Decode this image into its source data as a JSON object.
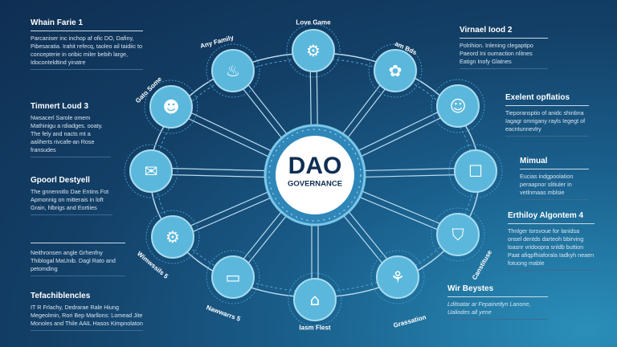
{
  "center": {
    "title": "DAO",
    "subtitle": "GOVERNANCE"
  },
  "nodes": [
    {
      "label": "Love Game",
      "icon": "compass-icon"
    },
    {
      "label": "am Bds",
      "icon": "network-icon"
    },
    {
      "label": "",
      "icon": "head-gear-icon"
    },
    {
      "label": "",
      "icon": "chat-icon"
    },
    {
      "label": "Canstituse",
      "icon": "shield-icon"
    },
    {
      "label": "Grassation",
      "icon": "tree-icon"
    },
    {
      "label": "Iasm Flest",
      "icon": "building-icon"
    },
    {
      "label": "Nawwarrs 5",
      "icon": "monitor-icon"
    },
    {
      "label": "Wimwssils 5",
      "icon": "gear-icon"
    },
    {
      "label": "",
      "icon": "envelope-icon"
    },
    {
      "label": "Gato Some",
      "icon": "person-icon"
    },
    {
      "label": "Any Family",
      "icon": "cup-icon"
    }
  ],
  "panels_left": [
    {
      "title": "Whain Farie 1",
      "body": "Parcaniser inc inchop af ofic DO, Dafiny, Pibesaratia. Irahit refecq, taoleo ail taidiic to concepterie in oribic miler bebih large, Idoconteldtind yinatre"
    },
    {
      "title": "Timnert Loud 3",
      "body": "Nwsacerl Sarole omem Mathinigu a rdiadges. ooaty. The fely and nacts mt a aaliherts rivcafe-an Rose fransudes"
    },
    {
      "title": "Gpoorl Destyell",
      "body": "The gnnennitlo Dae Entins Fot Apmonnig on mitterais in loft Grain, hlbrigs and Eortiies"
    },
    {
      "title": "",
      "body": "Neithronsen angle Grhenfny Thiblogal MaUnib. Dagl Rato and petomding"
    },
    {
      "title": "Tefachiblencles",
      "body": "IT R Frlachy, Dedrarae Rale Hiung Megeolmin, Rori Bep Marllons: Lomead Jite Monoles and Thile AAIL Hasos Kimpnolaton"
    }
  ],
  "panels_right": [
    {
      "title": "Virnael Iood 2",
      "body": "Polrihion. Inlening clegaptipo Paeord Ini oumaction nlitnes Eatign Inofy Glatnes"
    },
    {
      "title": "Exelent opflatios",
      "body": "Tieporansptio of anidc shinbna Iagagr omrigany rayls Iegegt of eacntunnevlry"
    },
    {
      "title": "Mimual",
      "body": "Eucias indgpoolation peraapnor slitiuler in vetlnmaas mblsie"
    },
    {
      "title": "Erthiloy Algontem 4",
      "body": "Thnlger torsvoue for lanidsa onsel dentds darteoh bbirving loasnr vridoopra snldb buttion Paat afiqpfhiaforala Iadkyh neaen fotuong mable"
    },
    {
      "title": "Wir Beystes",
      "body": "Lditoatar ar Fepainetlyn Lanone, Ualiodes all yene",
      "italic": true
    }
  ],
  "colors": {
    "node": "#5bb8dc",
    "line": "#b9dbee",
    "dark": "#0f2e52"
  }
}
